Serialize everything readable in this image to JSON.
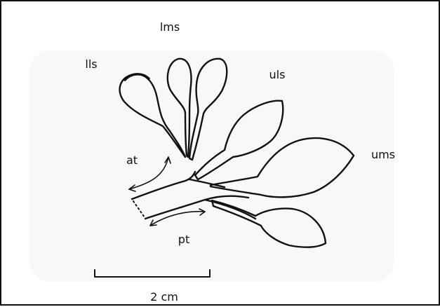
{
  "labels": {
    "lms": "lms",
    "lls": "lls",
    "uls": "uls",
    "ums": "ums",
    "at": "at",
    "pt": "pt"
  },
  "scale_bar": {
    "label": "2 cm"
  },
  "colors": {
    "ink": "#111111",
    "background": "#ffffff"
  }
}
